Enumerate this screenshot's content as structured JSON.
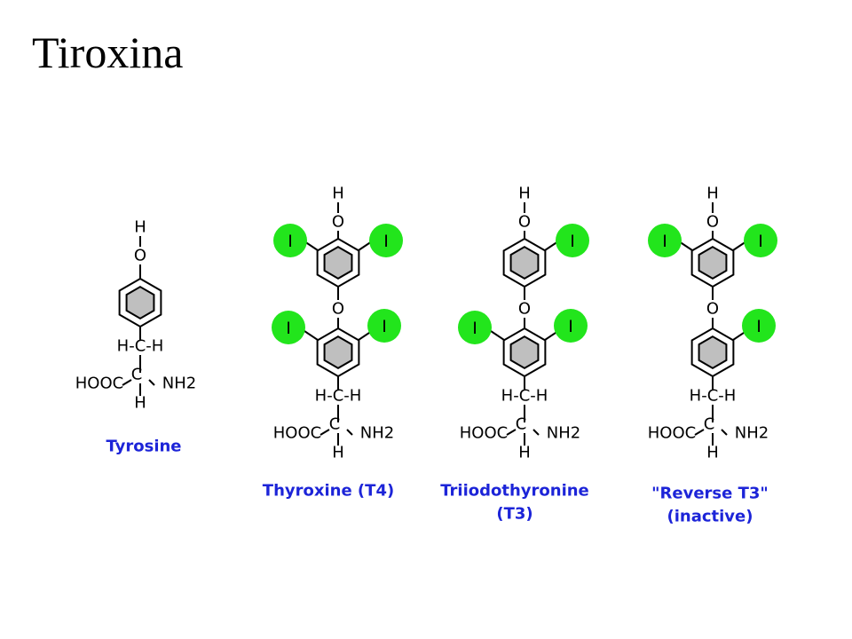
{
  "slide": {
    "title": "Tiroxina"
  },
  "labels": {
    "hydrogen": "H",
    "oxygen": "O",
    "carbon": "C",
    "iodine": "I",
    "backbone_top": "H-C-H",
    "carboxyl": "HOOC",
    "amine": "NH2"
  },
  "colors": {
    "iodine_fill": "#22e51c",
    "ring_fill": "#bfbfbf",
    "caption": "#1c24d8"
  },
  "molecules": [
    {
      "id": "tyrosine",
      "caption_lines": [
        "Tyrosine"
      ],
      "outer_ring": false,
      "iodine_sites": []
    },
    {
      "id": "thyroxine",
      "caption_lines": [
        "Thyroxine (T4)"
      ],
      "outer_ring": true,
      "iodine_sites": [
        "outer-left",
        "outer-right",
        "inner-left",
        "inner-right"
      ]
    },
    {
      "id": "triiodothyronine",
      "caption_lines": [
        "Triiodothyronine",
        "(T3)"
      ],
      "outer_ring": true,
      "iodine_sites": [
        "outer-right",
        "inner-left",
        "inner-right"
      ]
    },
    {
      "id": "reverse-t3",
      "caption_lines": [
        "\"Reverse T3\"",
        "(inactive)"
      ],
      "outer_ring": true,
      "iodine_sites": [
        "outer-left",
        "outer-right",
        "inner-right"
      ]
    }
  ]
}
